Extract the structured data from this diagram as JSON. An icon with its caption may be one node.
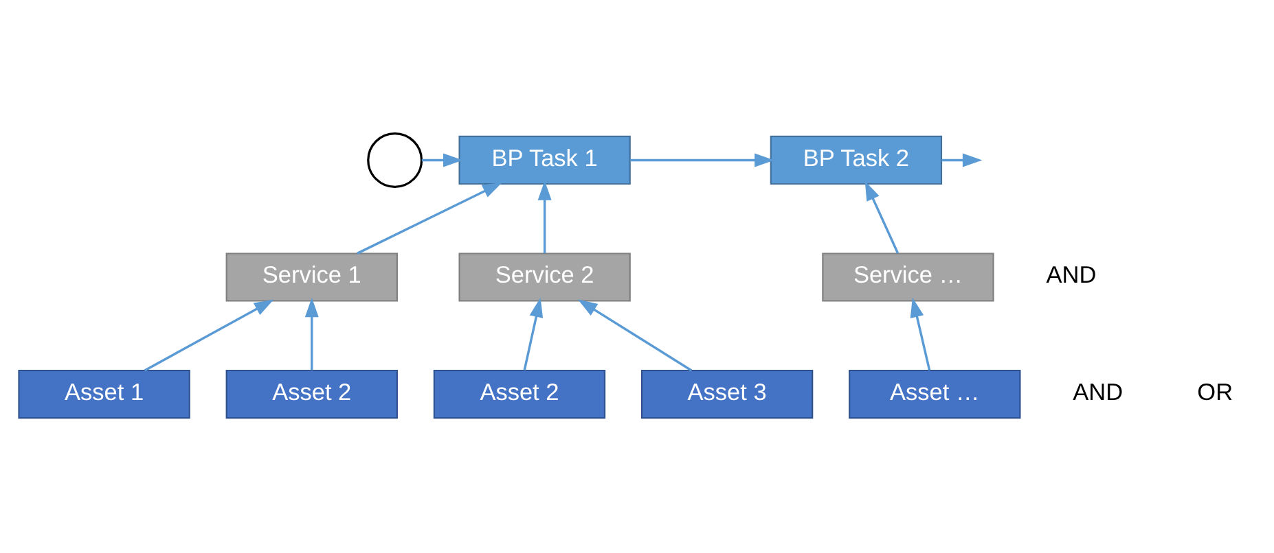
{
  "diagram": {
    "nodes": [
      {
        "text": [],
        "shape": "circle"
      },
      {
        "text": [
          "BP Task 1"
        ]
      },
      {
        "text": [
          "BP Task 2"
        ]
      },
      {
        "text": [
          "Service 1"
        ]
      },
      {
        "text": [
          "Service 2"
        ]
      },
      {
        "text": [
          "Service …"
        ]
      },
      {
        "text": [
          "Asset 1"
        ]
      },
      {
        "text": [
          "Asset 2"
        ]
      },
      {
        "text": [
          "Asset 2"
        ]
      },
      {
        "text": [
          "Asset 3"
        ]
      },
      {
        "text": [
          "Asset …"
        ]
      }
    ],
    "edges": [
      {
        "from": 0,
        "to": 1,
        "arrow": "to"
      },
      {
        "from": 1,
        "to": 2,
        "arrow": "to"
      },
      {
        "from": 2,
        "to": null,
        "arrow": "to"
      },
      {
        "from": 3,
        "to": 1,
        "arrow": "to"
      },
      {
        "from": 4,
        "to": 1,
        "arrow": "to"
      },
      {
        "from": 5,
        "to": 2,
        "arrow": "to"
      },
      {
        "from": 6,
        "to": 3,
        "arrow": "to"
      },
      {
        "from": 7,
        "to": 3,
        "arrow": "to"
      },
      {
        "from": 8,
        "to": 4,
        "arrow": "to"
      },
      {
        "from": 9,
        "to": 4,
        "arrow": "to"
      },
      {
        "from": 10,
        "to": 5,
        "arrow": "to"
      }
    ],
    "labels": [
      "AND",
      "AND",
      "OR"
    ]
  }
}
